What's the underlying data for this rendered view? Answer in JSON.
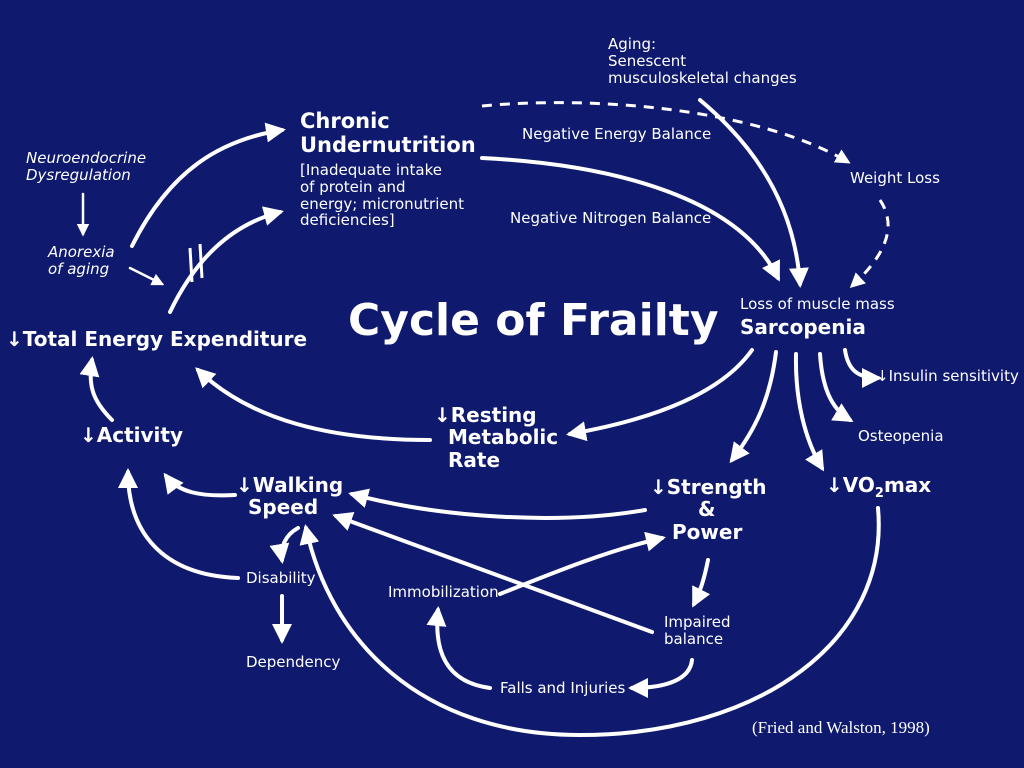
{
  "title": "Cycle of Frailty",
  "citation": "(Fried and Walston, 1998)",
  "down_arrow": "↓",
  "nodes": {
    "aging": [
      "Aging:",
      "Senescent",
      "musculoskeletal changes"
    ],
    "chronic_title": [
      "Chronic",
      "Undernutrition"
    ],
    "chronic_sub": [
      "[Inadequate intake",
      "of protein and",
      "energy; micronutrient",
      "deficiencies]"
    ],
    "neuroendocrine": [
      "Neuroendocrine",
      "Dysregulation"
    ],
    "anorexia": [
      "Anorexia",
      "of aging"
    ],
    "neg_energy": "Negative Energy Balance",
    "neg_nitrogen": "Negative Nitrogen Balance",
    "weight_loss": "Weight Loss",
    "loss_muscle": "Loss of muscle mass",
    "sarcopenia": "Sarcopenia",
    "total_energy": "Total Energy Expenditure",
    "insulin": "Insulin sensitivity",
    "osteopenia": "Osteopenia",
    "resting": [
      "Resting",
      "Metabolic",
      "Rate"
    ],
    "activity": "Activity",
    "walking": [
      "Walking",
      "Speed"
    ],
    "strength": [
      "Strength",
      "&",
      "Power"
    ],
    "vo2_pre": "VO",
    "vo2_sub": "2",
    "vo2_post": "max",
    "disability": "Disability",
    "immobilization": "Immobilization",
    "impaired": [
      "Impaired",
      "balance"
    ],
    "dependency": "Dependency",
    "falls": "Falls and Injuries"
  }
}
